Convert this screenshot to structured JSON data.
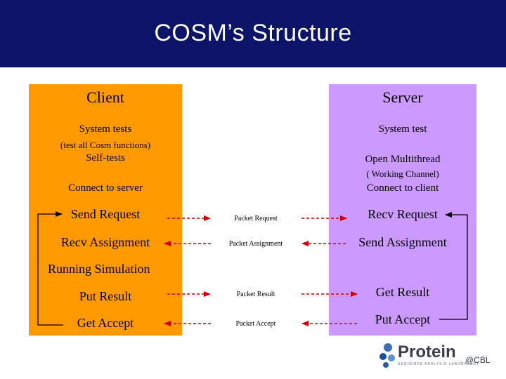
{
  "title": "COSM’s Structure",
  "client": {
    "heading": "Client",
    "system_tests": "System tests",
    "test_all": "(test all Cosm functions)",
    "self_tests": "Self-tests",
    "connect": "Connect to server",
    "send_request": "Send Request",
    "recv_assignment": "Recv Assignment",
    "running_simulation": "Running Simulation",
    "put_result": "Put Result",
    "get_accept": "Get Accept"
  },
  "server": {
    "heading": "Server",
    "system_test": "System test",
    "open_multithread": "Open Multithread",
    "working_channel": "( Working Channel)",
    "connect": "Connect to client",
    "recv_request": "Recv Request",
    "send_assignment": "Send Assignment",
    "get_result": "Get Result",
    "put_accept": "Put Accept"
  },
  "packets": {
    "request": "Packet Request",
    "assignment": "Packet Assignment",
    "result": "Packet Result",
    "accept": "Packet Accept"
  },
  "logo": {
    "name": "Protein",
    "suffix": "@CBL",
    "tagline": "SEQUENCE ANALYSIS LABORATORY"
  },
  "colors": {
    "header": "#0b1466",
    "client_panel": "#ff9900",
    "server_panel": "#cc99ff",
    "arrow": "#cc0000"
  }
}
